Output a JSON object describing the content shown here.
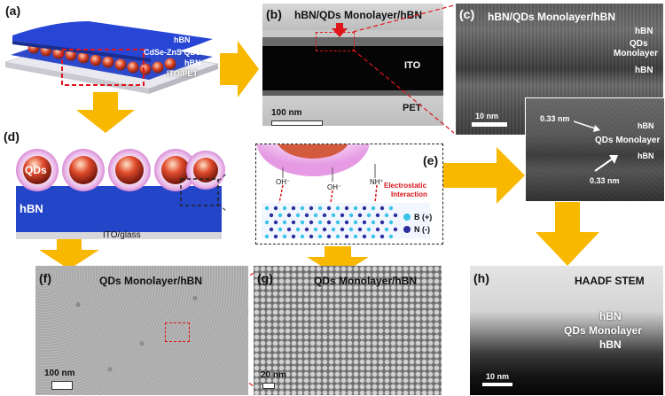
{
  "panel_a": {
    "letter": "(a)",
    "labels": {
      "hbn_top": "hBN",
      "qds": "CdSe-ZnS QDs",
      "hbn_bottom": "hBN",
      "substrate": "ITO/PET"
    }
  },
  "panel_b": {
    "letter": "(b)",
    "title": "hBN/QDs Monolayer/hBN",
    "ito": "ITO",
    "pet": "PET",
    "scale": "100 nm"
  },
  "panel_c": {
    "letter": "(c)",
    "title": "hBN/QDs Monolayer/hBN",
    "hbn_top": "hBN",
    "qds": "QDs",
    "monolayer": "Monolayer",
    "hbn_bottom": "hBN",
    "scale": "10 nm"
  },
  "panel_c_inset": {
    "spacing_top": "0.33 nm",
    "hbn_top": "hBN",
    "qds_monolayer": "QDs Monolayer",
    "hbn_bottom": "hBN",
    "spacing_bottom": "0.33 nm"
  },
  "panel_d": {
    "letter": "(d)",
    "qds": "QDs",
    "hbn": "hBN",
    "substrate": "ITO/glass"
  },
  "panel_e": {
    "letter": "(e)",
    "oh_left": "OH⁻",
    "oh_mid": "OH⁻",
    "nh": "NH⁺",
    "interaction_line1": "Electrostatic",
    "interaction_line2": "Interaction",
    "legend_b": "B (+)",
    "legend_n": "N (-)",
    "colors": {
      "boron": "#39c4e8",
      "nitrogen": "#2c2f9e",
      "interaction": "#d8141a"
    }
  },
  "panel_f": {
    "letter": "(f)",
    "title": "QDs Monolayer/hBN",
    "scale": "100 nm"
  },
  "panel_g": {
    "letter": "(g)",
    "title": "QDs Monolayer/hBN",
    "scale": "20 nm"
  },
  "panel_h": {
    "letter": "(h)",
    "title": "HAADF STEM",
    "hbn_top": "hBN",
    "qds_monolayer": "QDs Monolayer",
    "hbn_bottom": "hBN",
    "scale": "10 nm"
  },
  "colors": {
    "arrow": "#f9b800",
    "hbn_blue": "#2346c8",
    "callout": "#e0151b"
  }
}
